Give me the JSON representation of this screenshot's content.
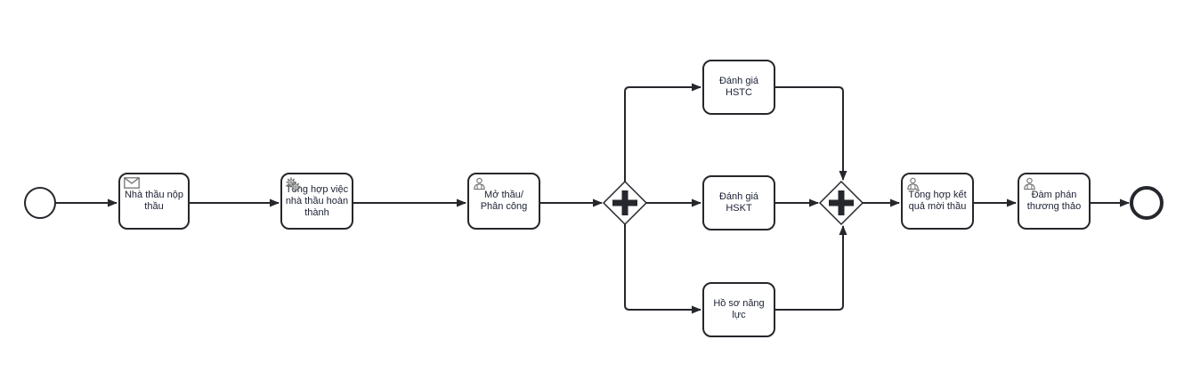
{
  "diagram": {
    "type": "bpmn-process",
    "colors": {
      "background": "#ffffff",
      "stroke": "#25272c",
      "shape_fill": "#ffffff",
      "text": "#1b2033",
      "icon": "#737373"
    },
    "start_event": {
      "kind": "start-event",
      "label": ""
    },
    "end_event": {
      "kind": "end-event",
      "label": ""
    },
    "tasks": [
      {
        "label": "Nhà thầu nộp thầu",
        "icon": "message-icon"
      },
      {
        "label": "Tổng hợp việc nhà thầu hoàn thành",
        "icon": "service-gears-icon"
      },
      {
        "label": "Mở thầu/ Phân công",
        "icon": "user-icon"
      },
      {
        "label": "Đánh giá HSTC",
        "icon": ""
      },
      {
        "label": "Đánh giá HSKT",
        "icon": ""
      },
      {
        "label": "Hồ sơ năng lực",
        "icon": ""
      },
      {
        "label": "Tổng hợp kết quả mời thầu",
        "icon": "user-icon"
      },
      {
        "label": "Đàm phán thương thảo",
        "icon": "user-icon"
      }
    ],
    "gateways": [
      {
        "type": "parallel-split",
        "symbol": "+"
      },
      {
        "type": "parallel-join",
        "symbol": "+"
      }
    ]
  }
}
